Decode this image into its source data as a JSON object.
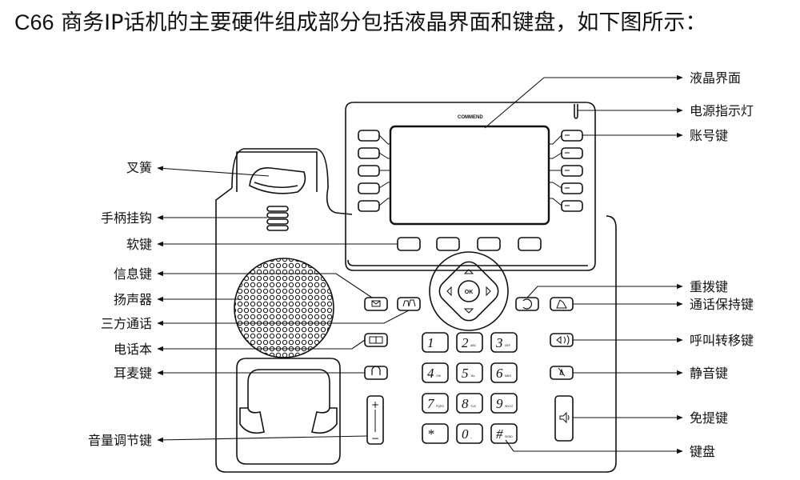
{
  "caption": {
    "model": "C66",
    "text": " 商务IP话机的主要硬件组成部分包括液晶界面和键盘，如下图所示："
  },
  "brand": "COMMEND",
  "ok_label": "OK",
  "labels_left": {
    "cradle": "叉簧",
    "handset_hook": "手柄挂钩",
    "soft_keys": "软键",
    "message_key": "信息键",
    "speaker": "扬声器",
    "conference": "三方通话",
    "phonebook": "电话本",
    "headset_key": "耳麦键",
    "volume_key": "音量调节键"
  },
  "labels_right": {
    "lcd": "液晶界面",
    "power_led": "电源指示灯",
    "account_keys": "账号键",
    "redial_key": "重拨键",
    "hold_key": "通话保持键",
    "transfer_key": "呼叫转移键",
    "mute_key": "静音键",
    "handsfree_key": "免提键",
    "keypad": "键盘"
  },
  "keypad": {
    "keys": [
      {
        "digit": "1",
        "letters": ""
      },
      {
        "digit": "2",
        "letters": "ABC"
      },
      {
        "digit": "3",
        "letters": "DEF"
      },
      {
        "digit": "4",
        "letters": "GHI"
      },
      {
        "digit": "5",
        "letters": "JKL"
      },
      {
        "digit": "6",
        "letters": "MNO"
      },
      {
        "digit": "7",
        "letters": "PQRS"
      },
      {
        "digit": "8",
        "letters": "TUV"
      },
      {
        "digit": "9",
        "letters": "WXYZ"
      },
      {
        "digit": "*",
        "letters": "."
      },
      {
        "digit": "0",
        "letters": "_"
      },
      {
        "digit": "#",
        "letters": "SEND"
      }
    ]
  },
  "volume": {
    "plus": "+",
    "minus": "−"
  }
}
